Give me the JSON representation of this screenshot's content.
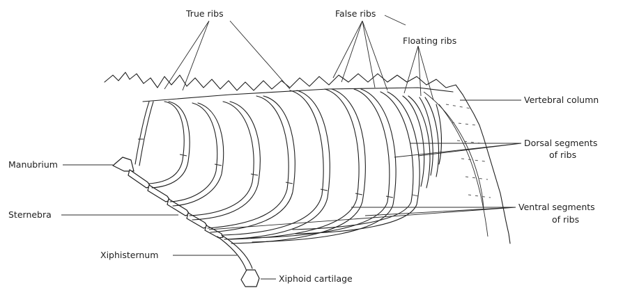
{
  "labels": {
    "true_ribs": "True ribs",
    "false_ribs": "False ribs",
    "floating_ribs": "Floating ribs",
    "vertebral_column": "Vertebral column",
    "dorsal_segments_line1": "Dorsal segments",
    "dorsal_segments_line2": "of ribs",
    "manubrium": "Manubrium",
    "sternebra": "Sternebra",
    "ventral_segments_line1": "Ventral segments",
    "ventral_segments_line2": "of ribs",
    "xiphisternum": "Xiphisternum",
    "xiphoid_cartilage": "Xiphoid cartilage"
  },
  "colors": {
    "line": "#1e1e1e",
    "background": "#ffffff"
  }
}
